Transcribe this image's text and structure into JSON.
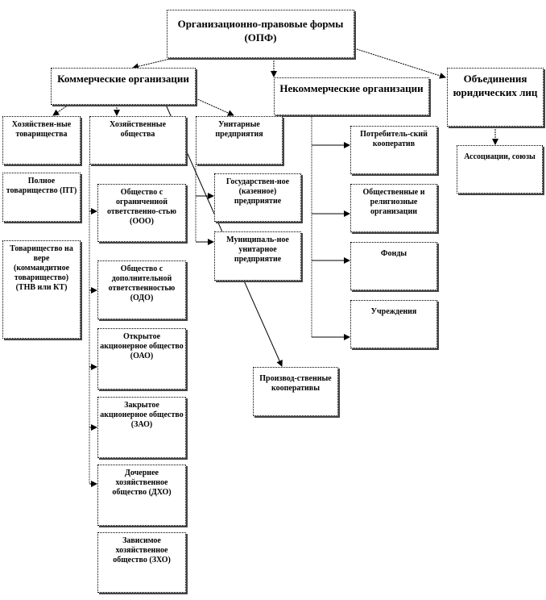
{
  "root": "Организационно-правовые формы (ОПФ)",
  "commercial": "Коммерческие организации",
  "noncommercial": "Некоммерческие организации",
  "unions": "Объединения юридических лиц",
  "associations": "Ассоциации, союзы",
  "partnerships": "Хозяйствен-ные товарищества",
  "companies": "Хозяйственные общества",
  "unitary": "Унитарные предприятия",
  "full": "Полное товарищество (ПТ)",
  "limited": "Товарищество на вере (коммандитное товарищество) (ТНВ или КТ)",
  "ooo": "Общество с ограниченной ответственно-стью (ООО)",
  "odo": "Общество с дополнительной ответственностью (ОДО)",
  "oao": "Открытое акционерное общество (ОАО)",
  "zao": "Закрытое акционерное общество (ЗАО)",
  "dho": "Дочернее хозяйственное общество (ДХО)",
  "zho": "Зависимое хозяйственное общество (ЗХО)",
  "state": "Государствен-ное (казенное) предприятие",
  "municipal": "Муниципаль-ное унитарное предприятие",
  "prodcoop": "Производ-ственные кооперативы",
  "consumer": "Потребитель-ский кооператив",
  "public": "Общественные и религиозные организации",
  "funds": "Фонды",
  "institutions": "Учреждения"
}
